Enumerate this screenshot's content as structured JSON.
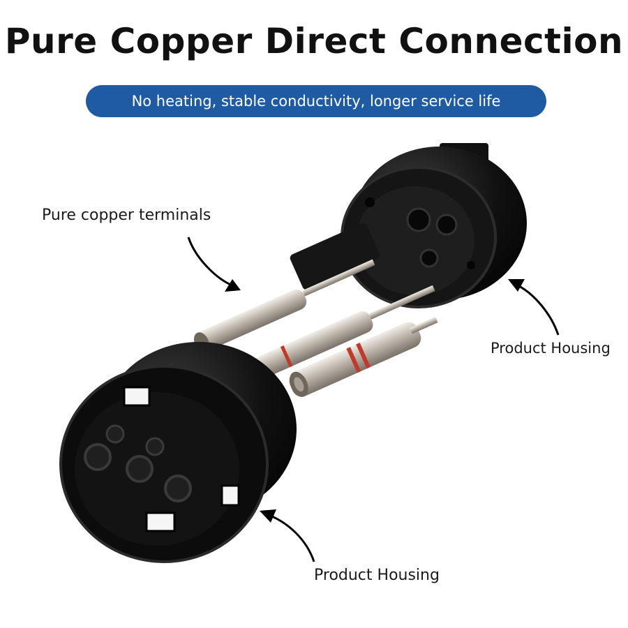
{
  "title": "Pure Copper Direct Connection",
  "subtitle": "No heating, stable conductivity, longer service life",
  "callouts": {
    "terminals": "Pure copper terminals",
    "housing_right": "Product Housing",
    "housing_bottom": "Product Housing"
  },
  "colors": {
    "background": "#ffffff",
    "pill": "#1f5ba3",
    "housing": "#0e0e0e",
    "copper_pin": "#c9c2b8",
    "seal_ring": "#c0392b"
  }
}
